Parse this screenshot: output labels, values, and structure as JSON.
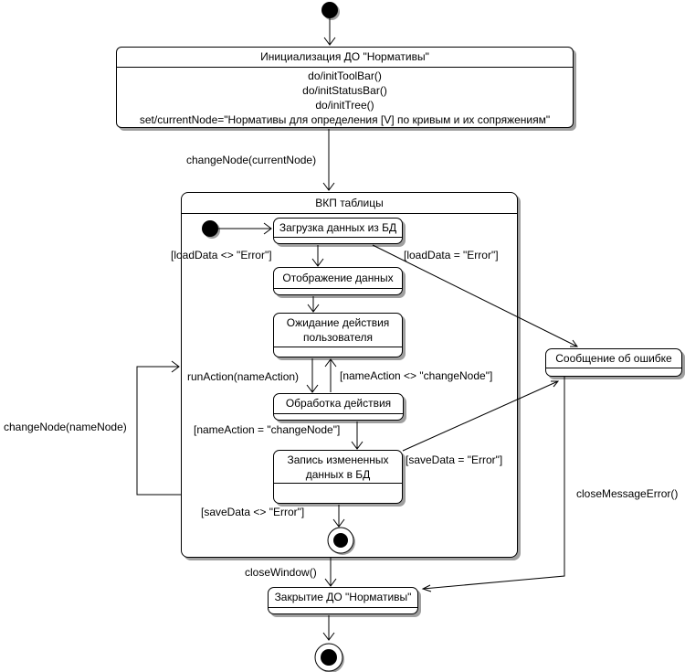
{
  "states": {
    "init": {
      "title": "Инициализация ДО \"Нормативы\"",
      "actions": [
        "do/initToolBar()",
        "do/initStatusBar()",
        "do/initTree()",
        "set/currentNode=\"Нормативы для определения [V] по кривым и их сопряжениям\""
      ]
    },
    "vkp": {
      "title": "ВКП таблицы"
    },
    "load": {
      "title": "Загрузка данных из БД"
    },
    "display": {
      "title": "Отображение данных"
    },
    "wait": {
      "title": "Ожидание действия пользователя"
    },
    "process": {
      "title": "Обработка действия"
    },
    "save": {
      "title": "Запись измененных данных в БД"
    },
    "error": {
      "title": "Сообщение об ошибке"
    },
    "close": {
      "title": "Закрытие ДО \"Нормативы\""
    }
  },
  "labels": {
    "change_node_current": "changeNode(currentNode)",
    "load_ok": "[loadData <> \"Error\"]",
    "load_err": "[loadData = \"Error\"]",
    "run_action": "runAction(nameAction)",
    "name_action_neq": "[nameAction <> \"changeNode\"]",
    "name_action_eq": "[nameAction = \"changeNode\"]",
    "save_err": "[saveData = \"Error\"]",
    "save_ok": "[saveData <> \"Error\"]",
    "change_node_name": "changeNode(nameNode)",
    "close_window": "closeWindow()",
    "close_message_error": "closeMessageError()"
  },
  "colors": {
    "line": "#000000",
    "fill": "#ffffff",
    "shadow": "#9f9f9f",
    "background": "#ffffff"
  }
}
